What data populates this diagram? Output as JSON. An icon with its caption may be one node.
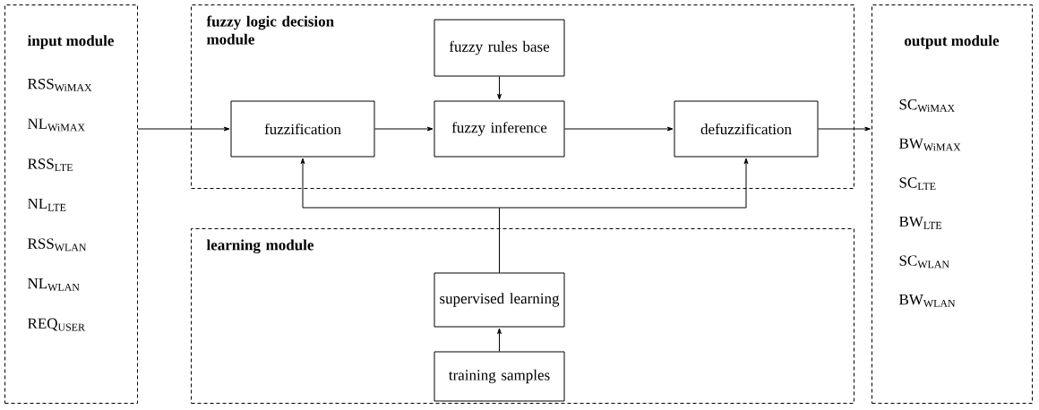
{
  "diagram": {
    "nodes": [
      {
        "text": [
          "input module",
          "RSS$_{WiMAX}$",
          "NL$_{WiMAX}$",
          "RSS$_{LTE}$",
          "NL$_{LTE}$",
          "RSS$_{WLAN}$",
          "NL$_{WLAN}$",
          "REQ$_{USER}$"
        ]
      },
      {
        "text": [
          "fuzzy logic decision module"
        ]
      },
      {
        "text": [
          "fuzzy rules base"
        ],
        "in": 1
      },
      {
        "text": [
          "fuzzification"
        ],
        "in": 1
      },
      {
        "text": [
          "fuzzy inference"
        ],
        "in": 1
      },
      {
        "text": [
          "defuzzification"
        ],
        "in": 1
      },
      {
        "text": [
          "learning module"
        ]
      },
      {
        "text": [
          "supervised learning"
        ],
        "in": 6
      },
      {
        "text": [
          "training samples"
        ],
        "in": 6
      },
      {
        "text": [
          "output module",
          "SC$_{WiMAX}$",
          "BW$_{WiMAX}$",
          "SC$_{LTE}$",
          "BW$_{LTE}$",
          "SC$_{WLAN}$",
          "BW$_{WLAN}$"
        ]
      }
    ],
    "edges": [
      {
        "from": 0,
        "to": 3,
        "arrow": "to"
      },
      {
        "from": 3,
        "to": 4,
        "arrow": "to"
      },
      {
        "from": 2,
        "to": 4,
        "arrow": "to"
      },
      {
        "from": 4,
        "to": 5,
        "arrow": "to"
      },
      {
        "from": 5,
        "to": 9,
        "arrow": "to"
      },
      {
        "from": 7,
        "to": 3,
        "arrow": "to"
      },
      {
        "from": 7,
        "to": 5,
        "arrow": "to"
      },
      {
        "from": 8,
        "to": 7,
        "arrow": "to"
      }
    ]
  }
}
